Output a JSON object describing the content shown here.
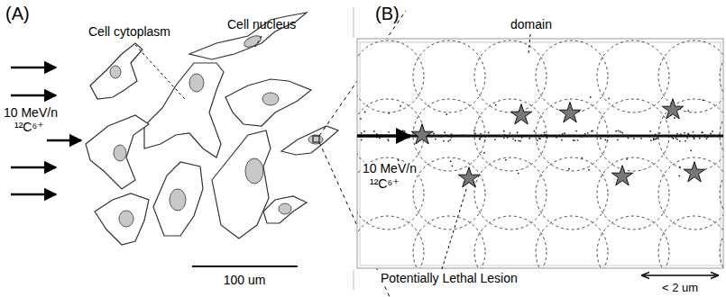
{
  "diagram": {
    "labels": [
      "(A)",
      "Cell cytoplasm",
      "Cell nucleus",
      "10 MeV/n",
      "¹²C⁶⁺",
      "100 um",
      "(B)",
      "domain",
      "10 MeV/n",
      "¹²C⁶⁺",
      "Potentially Lethal Lesion",
      "< 2 um"
    ]
  }
}
